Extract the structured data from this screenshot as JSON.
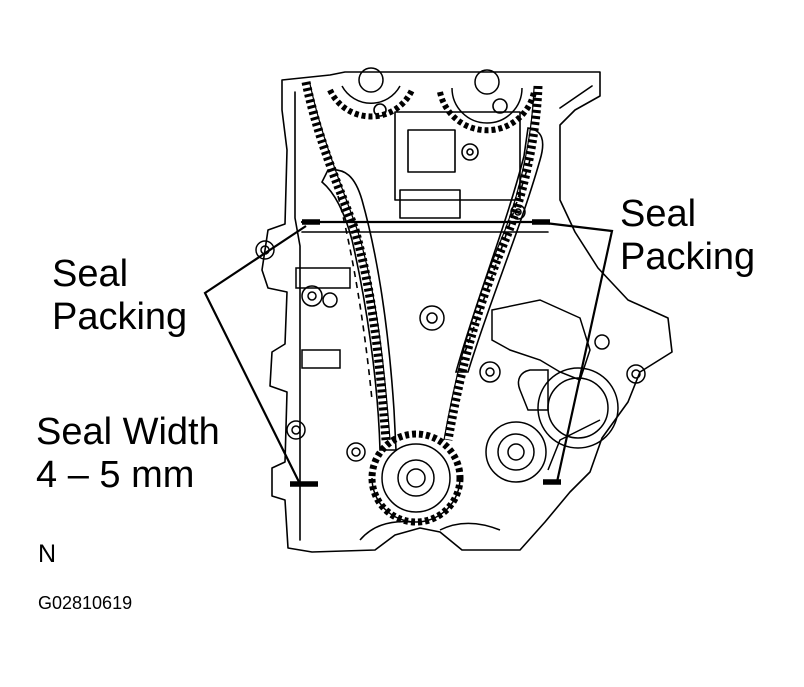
{
  "labels": {
    "seal_left_line1": "Seal",
    "seal_left_line2": "Packing",
    "seal_right_line1": "Seal",
    "seal_right_line2": "Packing",
    "width_line1": "Seal Width",
    "width_line2": "4 – 5 mm",
    "north": "N",
    "figure_code": "G02810619"
  }
}
